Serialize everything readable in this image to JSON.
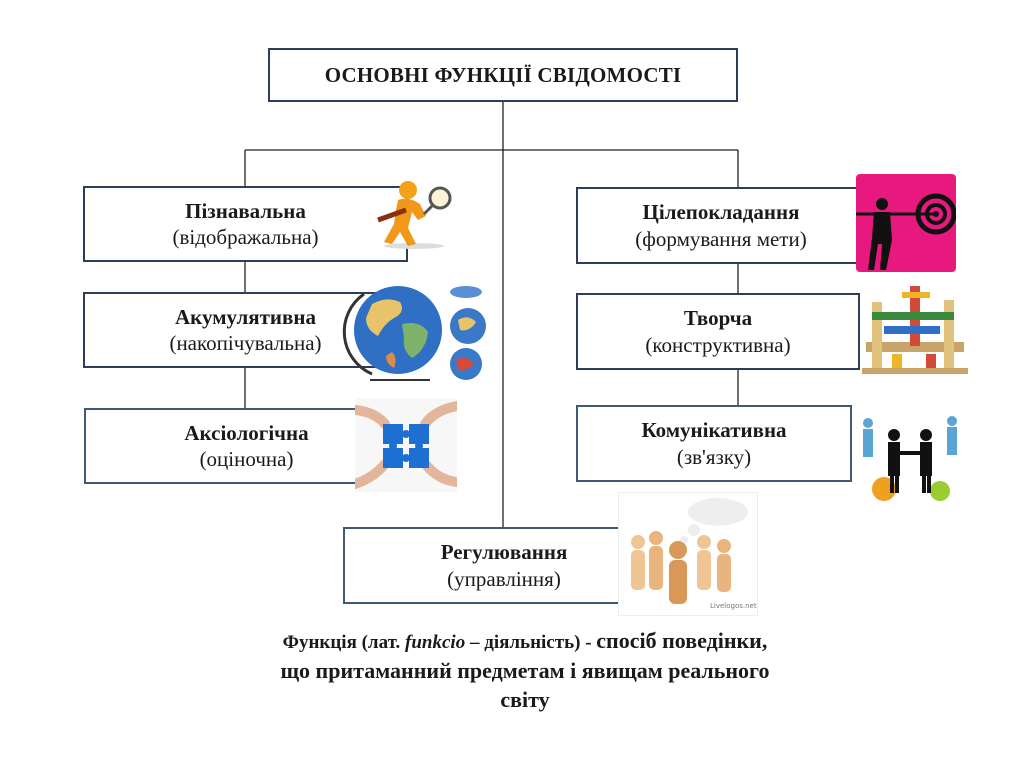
{
  "title": "ОСНОВНІ ФУНКЦІЇ СВІДОМОСТІ",
  "functions": {
    "left": [
      {
        "name": "Пізнавальна",
        "sub": "(відображальна)",
        "icon": "magnifier-figure-icon"
      },
      {
        "name": "Акумулятивна",
        "sub": "(накопічувальна)",
        "icon": "globe-icon"
      },
      {
        "name": "Аксіологічна",
        "sub": "(оціночна)",
        "icon": "puzzle-hands-icon"
      }
    ],
    "right": [
      {
        "name": "Цілепокладання",
        "sub": "(формування мети)",
        "icon": "target-archer-icon"
      },
      {
        "name": "Творча",
        "sub": "(конструктивна)",
        "icon": "construction-blocks-icon"
      },
      {
        "name": "Комунікативна",
        "sub": "(зв'язку)",
        "icon": "handshake-gears-icon"
      }
    ],
    "bottom": {
      "name": "Регулювання",
      "sub": "(управління)",
      "icon": "thinking-crowd-icon",
      "watermark": "Livelogos.net"
    }
  },
  "definition": {
    "term": "Функція",
    "lang_prefix": " (лат. ",
    "latin": "funkcio",
    "dash_meaning": " – діяльність) - ",
    "text": "спосіб поведінки, що притаманний предметам і явищам реального світу"
  },
  "colors": {
    "box_border": "#2e3e5a",
    "connector": "#222222",
    "target_bg": "#e8197e"
  }
}
